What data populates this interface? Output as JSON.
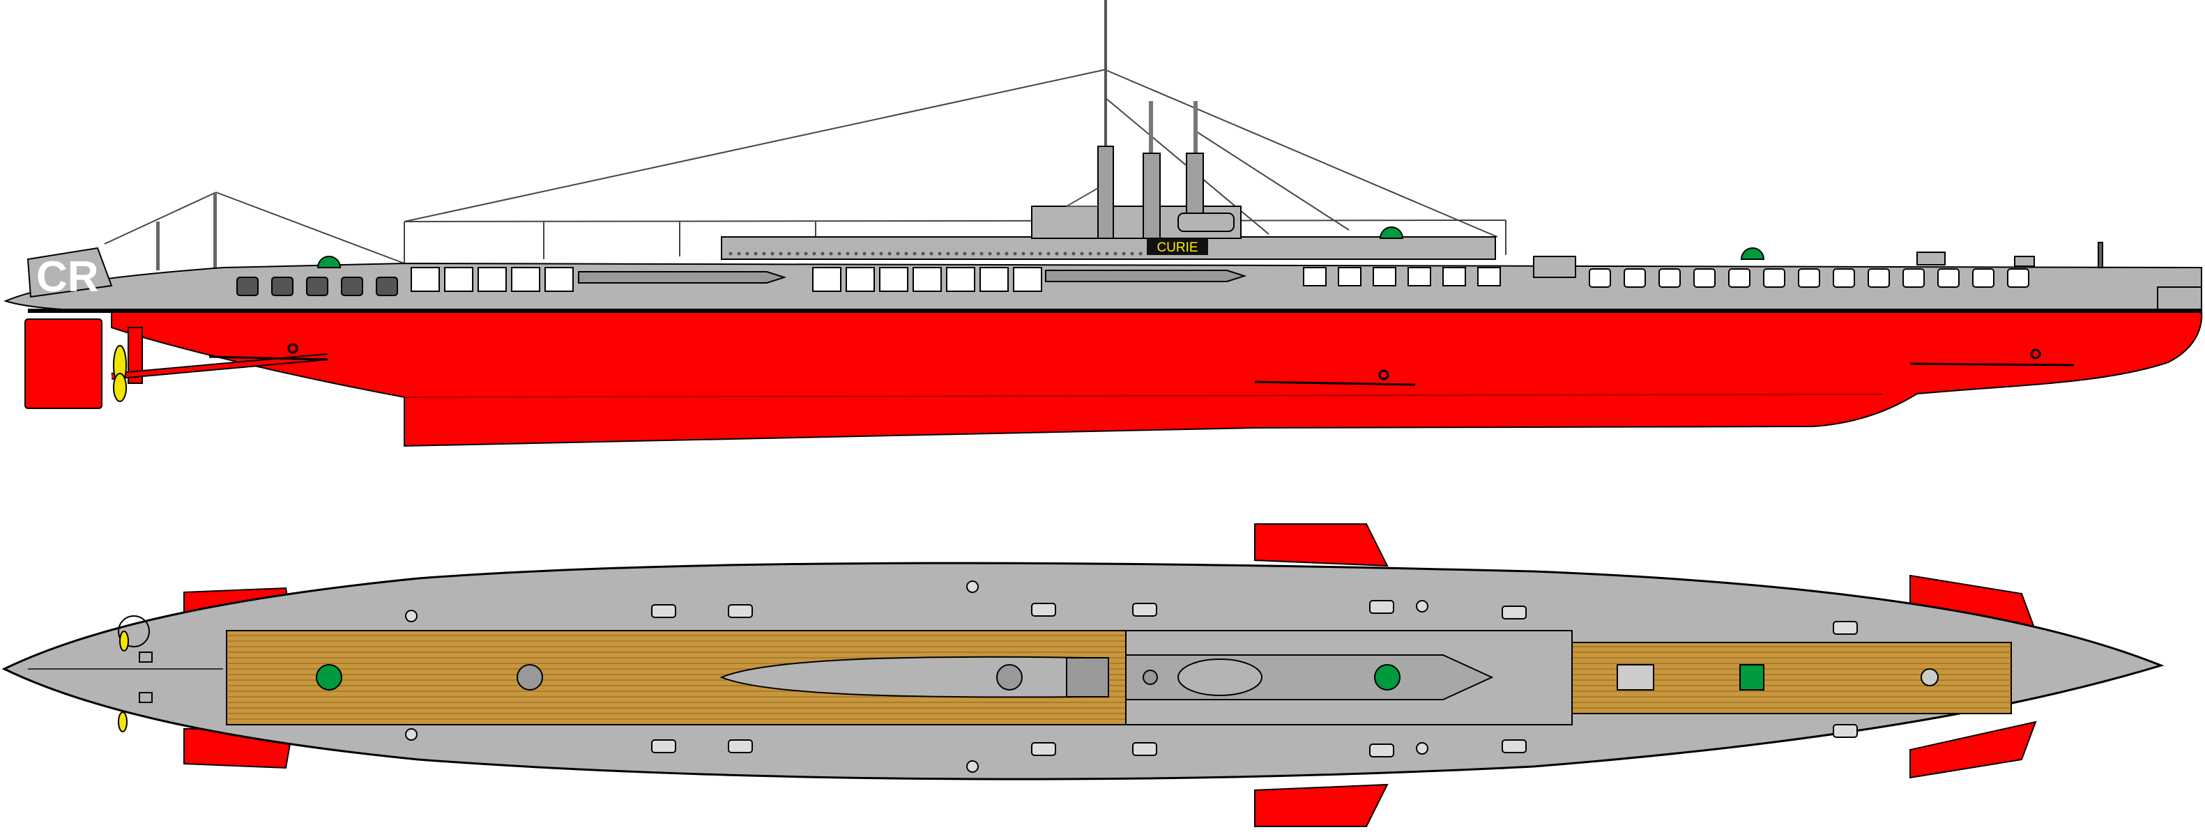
{
  "labels": {
    "hull_code": "CR",
    "name_plate": "CURIE"
  },
  "colors": {
    "hull_red": "#ff0000",
    "superstructure_grey": "#b4b4b4",
    "deck_wood": "#c8963c",
    "hatch_green": "#009a3e",
    "propeller_yellow": "#f2e600",
    "name_plate_bg": "#111111",
    "name_plate_text": "#ffee00",
    "outline": "#000000"
  },
  "views": {
    "side_view": "side-elevation",
    "top_view": "plan-view"
  }
}
